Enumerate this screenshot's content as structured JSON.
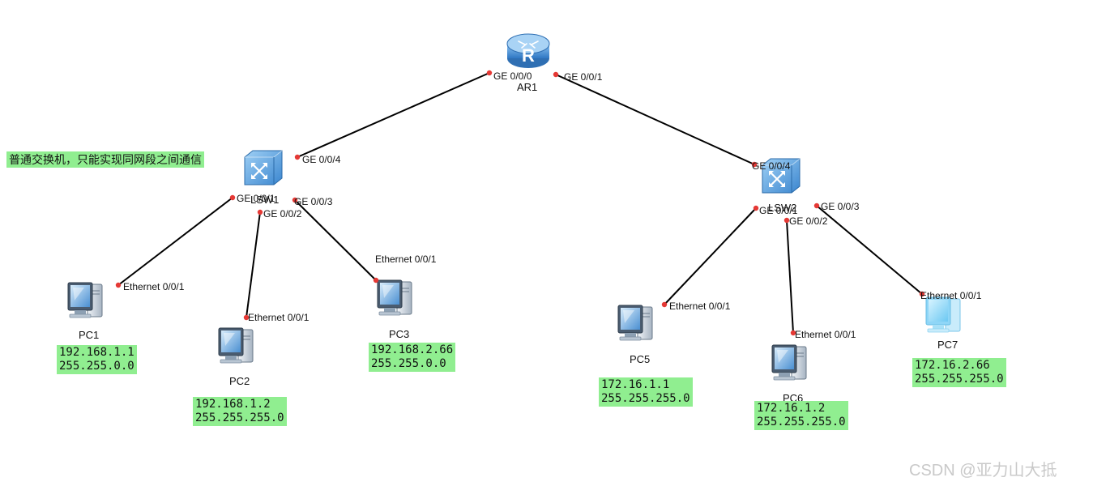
{
  "note": "普通交换机，只能实现同网段之间通信",
  "watermark": "CSDN @亚力山大抵",
  "colors": {
    "ip_box": "#90ee90",
    "link": "#000000",
    "port_dot": "#e53935",
    "device_blue": "#3b82c4"
  },
  "devices": {
    "ar1": {
      "name": "AR1",
      "icon": "router-icon"
    },
    "lsw1": {
      "name": "LSW1",
      "icon": "switch-icon"
    },
    "lsw2": {
      "name": "LSW2",
      "icon": "switch-icon"
    },
    "pc1": {
      "name": "PC1",
      "icon": "pc-icon",
      "ip": "192.168.1.1",
      "mask": "255.255.0.0"
    },
    "pc2": {
      "name": "PC2",
      "icon": "pc-icon",
      "ip": "192.168.1.2",
      "mask": "255.255.255.0"
    },
    "pc3": {
      "name": "PC3",
      "icon": "pc-icon",
      "ip": "192.168.2.66",
      "mask": "255.255.0.0"
    },
    "pc5": {
      "name": "PC5",
      "icon": "pc-icon",
      "ip": "172.16.1.1",
      "mask": "255.255.255.0"
    },
    "pc6": {
      "name": "PC6",
      "icon": "pc-icon",
      "ip": "172.16.1.2",
      "mask": "255.255.255.0"
    },
    "pc7": {
      "name": "PC7",
      "icon": "pc-icon",
      "ip": "172.16.2.66",
      "mask": "255.255.255.0"
    }
  },
  "ports": {
    "ar1_ge0": "GE 0/0/0",
    "ar1_ge1": "GE 0/0/1",
    "lsw1_ge4": "GE 0/0/4",
    "lsw1_ge1": "GE 0/0/1",
    "lsw1_ge2": "GE 0/0/2",
    "lsw1_ge3": "GE 0/0/3",
    "lsw2_ge4": "GE 0/0/4",
    "lsw2_ge1": "GE 0/0/1",
    "lsw2_ge2": "GE 0/0/2",
    "lsw2_ge3": "GE 0/0/3",
    "pc1_eth": "Ethernet 0/0/1",
    "pc2_eth": "Ethernet 0/0/1",
    "pc3_eth": "Ethernet 0/0/1",
    "pc5_eth": "Ethernet 0/0/1",
    "pc6_eth": "Ethernet 0/0/1",
    "pc7_eth": "Ethernet 0/0/1"
  }
}
